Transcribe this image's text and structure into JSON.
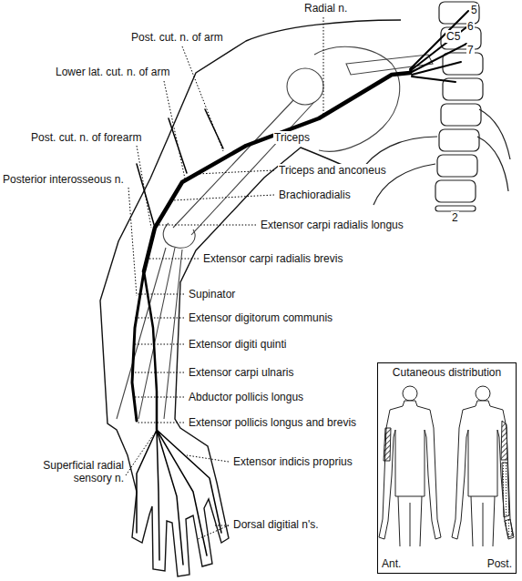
{
  "diagram": {
    "nodes": [
      {
        "text": [
          "Cutaneous distribution",
          "Ant.",
          "Post."
        ]
      }
    ],
    "labels": [
      "Radial n.",
      "C5",
      "5",
      "6",
      "7",
      "Post. cut. n. of arm",
      "Lower lat. cut. n. of arm",
      "Triceps",
      "Post. cut. n. of forearm",
      "Triceps and anconeus",
      "Posterior interosseous n.",
      "Brachioradialis",
      "2",
      "Extensor carpi radialis longus",
      "Extensor carpi radialis brevis",
      "Supinator",
      "Extensor digitorum communis",
      "Extensor digiti quinti",
      "Extensor carpi ulnaris",
      "Abductor pollicis longus",
      "Extensor pollicis longus and brevis",
      "Superficial radial sensory n.",
      "Extensor indicis proprius",
      "Dorsal digitial n's."
    ]
  }
}
